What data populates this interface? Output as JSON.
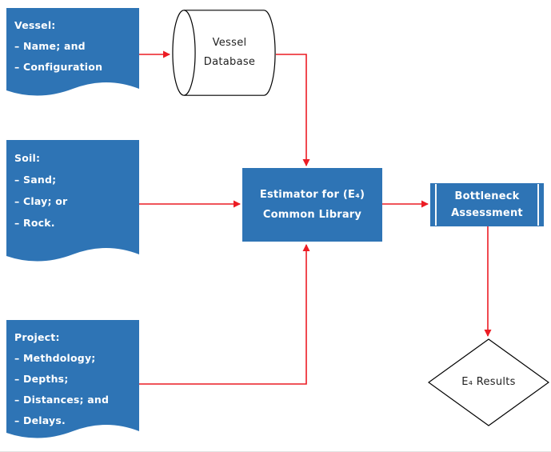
{
  "diagram": {
    "colors": {
      "shape_blue": "#2E74B5",
      "arrow_red": "#EC1C24",
      "shape_outline": "#000000",
      "text_on_blue": "#FFFFFF",
      "text_dark": "#1F1F1F"
    },
    "documents": [
      {
        "title": "Vessel:",
        "lines": [
          "– Name; and",
          "– Configuration"
        ]
      },
      {
        "title": "Soil:",
        "lines": [
          "– Sand;",
          "– Clay; or",
          "– Rock."
        ]
      },
      {
        "title": "Project:",
        "lines": [
          "– Methdology;",
          "– Depths;",
          "– Distances; and",
          "– Delays."
        ]
      }
    ],
    "database": {
      "lines": [
        "Vessel",
        "Database"
      ]
    },
    "estimator": {
      "lines": [
        "Estimator for (E₄)",
        "Common Library"
      ]
    },
    "bottleneck": {
      "lines": [
        "Bottleneck",
        "Assessment"
      ]
    },
    "results": {
      "label": "E₄ Results"
    }
  }
}
